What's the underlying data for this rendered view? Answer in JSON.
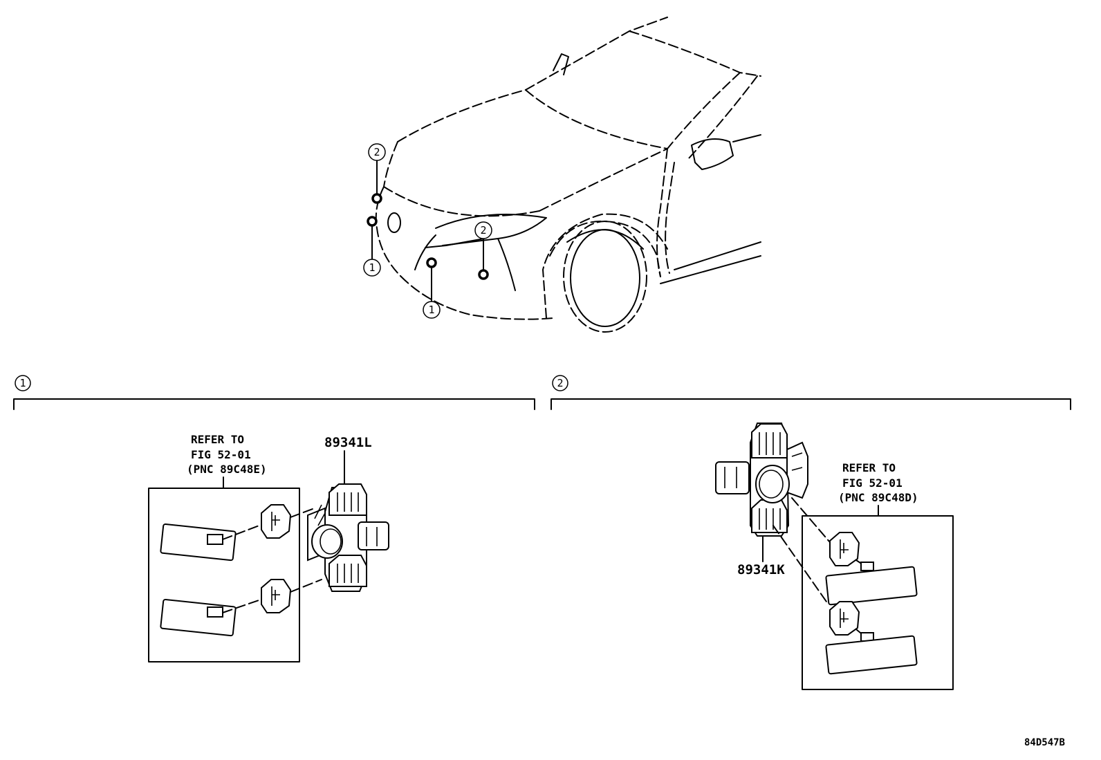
{
  "callouts": {
    "one": "1",
    "two": "2"
  },
  "sections": [
    {
      "number": "1",
      "part_number": "89341L",
      "refer": [
        "REFER TO",
        "FIG 52-01",
        "(PNC 89C48E)"
      ]
    },
    {
      "number": "2",
      "part_number": "89341K",
      "refer": [
        "REFER TO",
        "FIG 52-01",
        "(PNC 89C48D)"
      ]
    }
  ],
  "diagram_code": "84D547B"
}
